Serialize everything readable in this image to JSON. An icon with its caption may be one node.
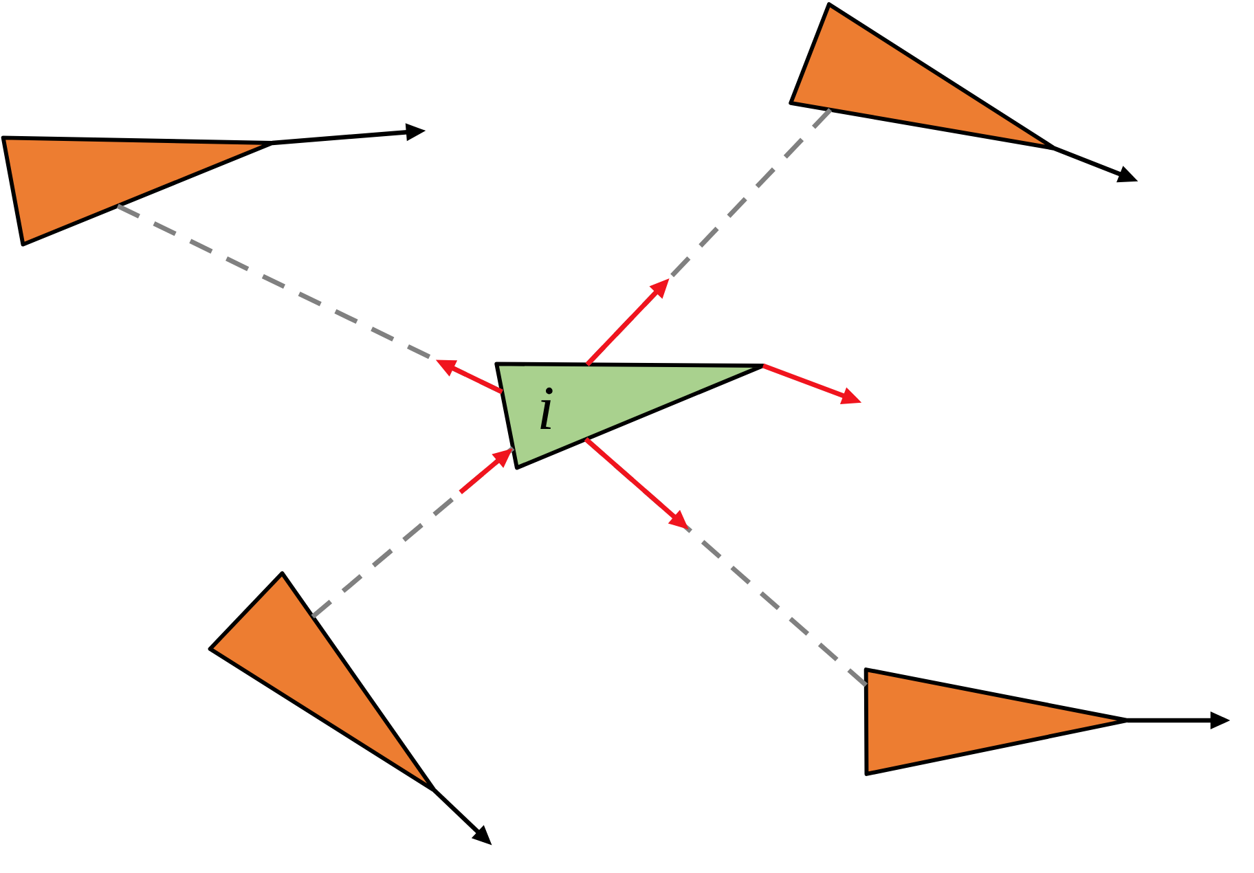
{
  "diagram": {
    "nodes": [
      {
        "text": [
          "i"
        ]
      },
      {
        "text": [],
        "shape": "triangle"
      },
      {
        "text": [],
        "shape": "triangle"
      },
      {
        "text": [],
        "shape": "triangle"
      },
      {
        "text": [],
        "shape": "triangle"
      }
    ],
    "edges": [
      {
        "from": 1,
        "to": 0,
        "arrow": "none",
        "style": "dashed",
        "color": "#808080"
      },
      {
        "from": 2,
        "to": 0,
        "arrow": "none",
        "style": "dashed",
        "color": "#808080"
      },
      {
        "from": 3,
        "to": 0,
        "arrow": "none",
        "style": "dashed",
        "color": "#808080"
      },
      {
        "from": 4,
        "to": 0,
        "arrow": "none",
        "style": "dashed",
        "color": "#808080"
      },
      {
        "from": 0,
        "to": null,
        "arrow": "to",
        "color": "#f0141e"
      },
      {
        "from": 0,
        "to": null,
        "arrow": "to",
        "color": "#f0141e"
      },
      {
        "from": 0,
        "to": null,
        "arrow": "to",
        "color": "#f0141e"
      },
      {
        "from": null,
        "to": 0,
        "arrow": "to",
        "color": "#f0141e"
      },
      {
        "from": 0,
        "to": null,
        "arrow": "to",
        "color": "#f0141e"
      }
    ]
  }
}
